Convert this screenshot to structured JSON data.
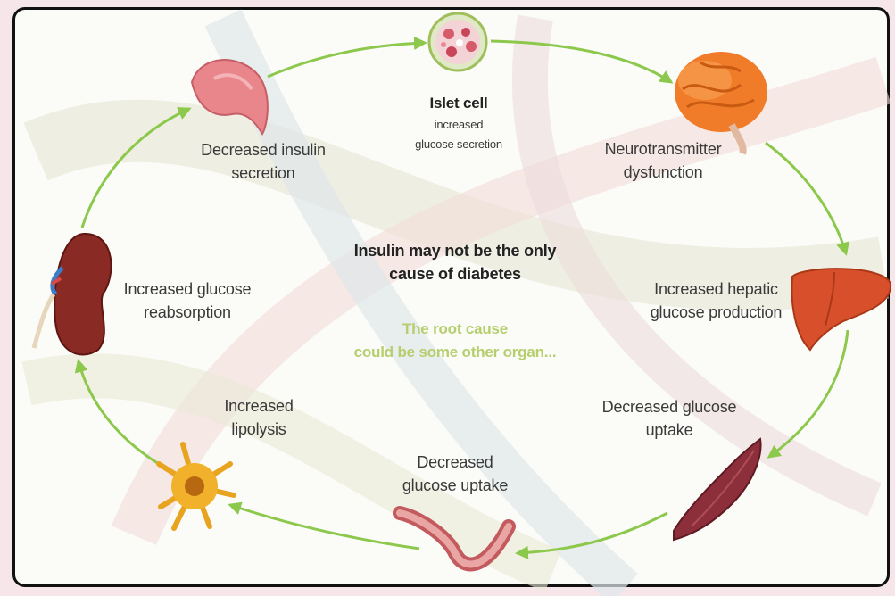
{
  "diagram": {
    "nodes": {
      "islet_title": "Islet cell",
      "islet_line1": "increased",
      "islet_line2": "glucose secretion",
      "pancreas_line1": "Decreased insulin",
      "pancreas_line2": "secretion",
      "brain_line1": "Neurotransmitter",
      "brain_line2": "dysfunction",
      "liver_line1": "Increased hepatic",
      "liver_line2": "glucose production",
      "muscle_line1": "Decreased glucose",
      "muscle_line2": "uptake",
      "gut_line1": "Decreased",
      "gut_line2": "glucose uptake",
      "fat_line1": "Increased",
      "fat_line2": "lipolysis",
      "kidney_line1": "Increased glucose",
      "kidney_line2": "reabsorption"
    },
    "center": {
      "question_line1": "Insulin may not be the only",
      "question_line2": "cause of diabetes",
      "note_line1": "The root cause",
      "note_line2": "could be some other organ..."
    }
  },
  "colors": {
    "arrow": "#8cc84b",
    "center_note": "#b6cf6e",
    "frame": "#111111"
  }
}
